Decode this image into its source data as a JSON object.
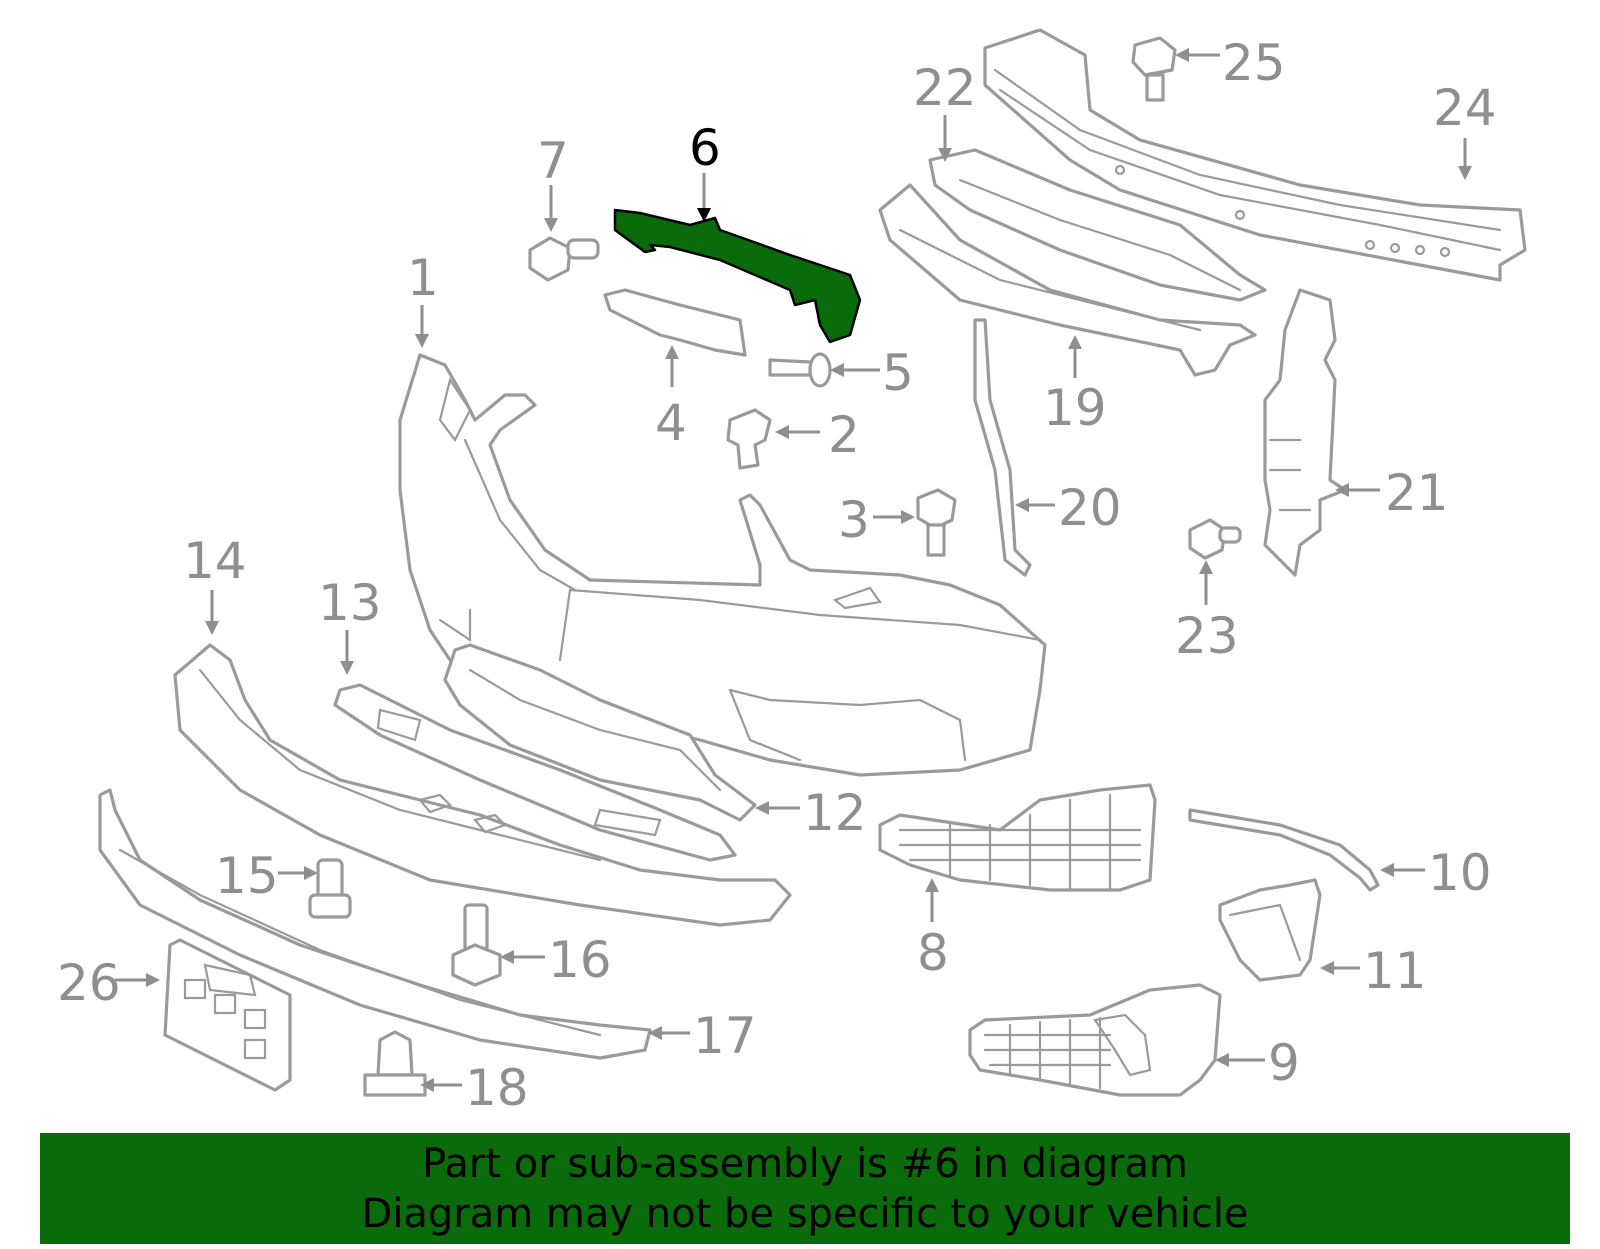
{
  "colors": {
    "highlight": "#0a6b0a",
    "outline": "#9a9a9a",
    "label": "#8f8f8f",
    "banner": "#0a6b0a"
  },
  "highlighted_part": "6",
  "callouts": {
    "c1": "1",
    "c2": "2",
    "c3": "3",
    "c4": "4",
    "c5": "5",
    "c6": "6",
    "c7": "7",
    "c8": "8",
    "c9": "9",
    "c10": "10",
    "c11": "11",
    "c12": "12",
    "c13": "13",
    "c14": "14",
    "c15": "15",
    "c16": "16",
    "c17": "17",
    "c18": "18",
    "c19": "19",
    "c20": "20",
    "c21": "21",
    "c22": "22",
    "c23": "23",
    "c24": "24",
    "c25": "25",
    "c26": "26"
  },
  "banner": {
    "line1": "Part or sub-assembly is #6 in diagram",
    "line2": "Diagram may not be specific to your vehicle"
  }
}
